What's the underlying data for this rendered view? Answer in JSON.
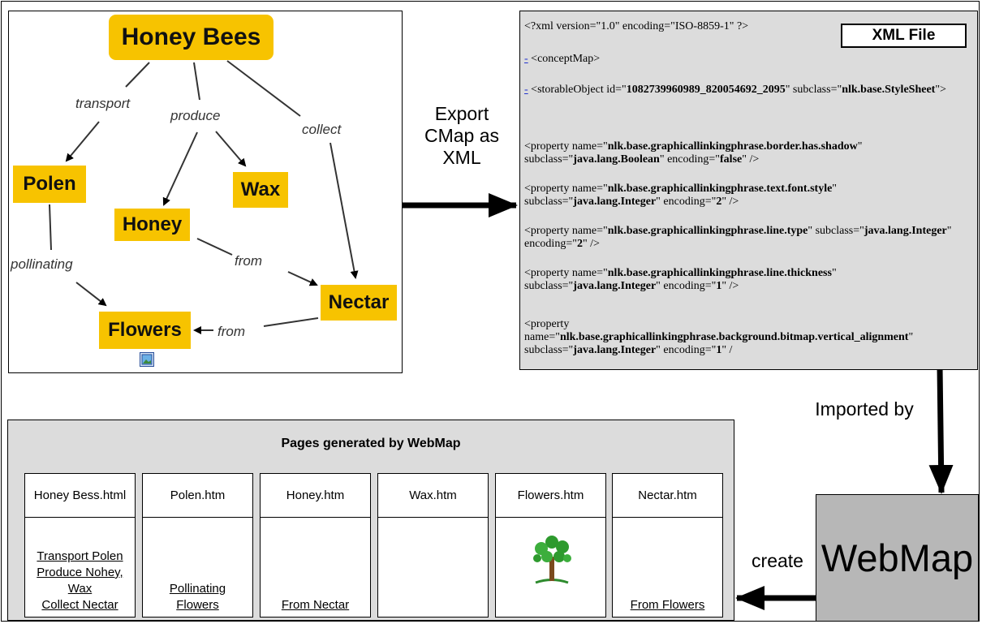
{
  "concept_map": {
    "nodes": {
      "honey_bees": "Honey Bees",
      "polen": "Polen",
      "wax": "Wax",
      "honey": "Honey",
      "nectar": "Nectar",
      "flowers": "Flowers"
    },
    "phrases": {
      "transport": "transport",
      "produce": "produce",
      "collect": "collect",
      "pollinating": "pollinating",
      "from_honey": "from",
      "from_nectar": "from"
    },
    "node_color": "#f7c300"
  },
  "export_label": [
    "Export",
    "CMap as",
    "XML"
  ],
  "xml_file": {
    "badge": "XML File",
    "toggle": "-",
    "decl": "<?xml version=\"1.0\" encoding=\"ISO-8859-1\" ?>",
    "concept_map_tag": "<conceptMap>",
    "storable": {
      "prefix": "<storableObject id=\"",
      "id": "1082739960989_820054692_2095",
      "mid": "\" subclass=\"",
      "subclass": "nlk.base.StyleSheet",
      "suffix": "\">"
    },
    "properties": [
      {
        "name": "nlk.base.graphicallinkingphrase.border.has.shadow",
        "subclass": "java.lang.Boolean",
        "encoding": "false",
        "end": "\" />"
      },
      {
        "name": "nlk.base.graphicallinkingphrase.text.font.style",
        "subclass": "java.lang.Integer",
        "encoding": "2",
        "end": "\" />"
      },
      {
        "name": "nlk.base.graphicallinkingphrase.line.type",
        "subclass": "java.lang.Integer",
        "encoding": "2",
        "end": "\" />"
      },
      {
        "name": "nlk.base.graphicallinkingphrase.line.thickness",
        "subclass": "java.lang.Integer",
        "encoding": "1",
        "end": "\" />"
      }
    ],
    "last_property": {
      "open": "<property",
      "name_prefix": "name=\"",
      "name": "nlk.base.graphicallinkingphrase.background.bitmap.vertical_alignment",
      "subclass": "java.lang.Integer",
      "encoding": "1",
      "end": "\" /"
    }
  },
  "imported_label": "Imported by",
  "create_label": "create",
  "webmap_label": "WebMap",
  "pages": {
    "title": "Pages generated by WebMap",
    "columns": [
      {
        "header": "Honey Bess.html",
        "links": [
          "Transport Polen",
          "Produce Nohey,",
          "Wax",
          "Collect Nectar"
        ]
      },
      {
        "header": "Polen.htm",
        "links": [
          "Pollinating",
          "Flowers"
        ]
      },
      {
        "header": "Honey.htm",
        "links": [
          "From Nectar"
        ]
      },
      {
        "header": "Wax.htm",
        "links": []
      },
      {
        "header": "Flowers.htm",
        "links": [],
        "icon": "tree-icon"
      },
      {
        "header": "Nectar.htm",
        "links": [
          "From Flowers"
        ]
      }
    ]
  }
}
